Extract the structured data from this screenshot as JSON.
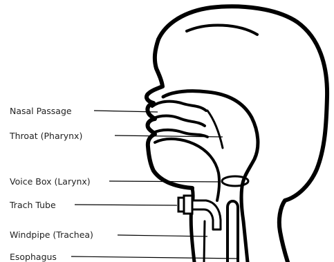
{
  "diagram": {
    "labels": {
      "nasal_passage": "Nasal Passage",
      "throat": "Throat (Pharynx)",
      "voice_box": "Voice Box (Larynx)",
      "trach_tube": "Trach Tube",
      "windpipe": "Windpipe (Trachea)",
      "esophagus": "Esophagus"
    },
    "colors": {
      "line": "#000000",
      "text": "#222222",
      "background": "#ffffff"
    }
  }
}
